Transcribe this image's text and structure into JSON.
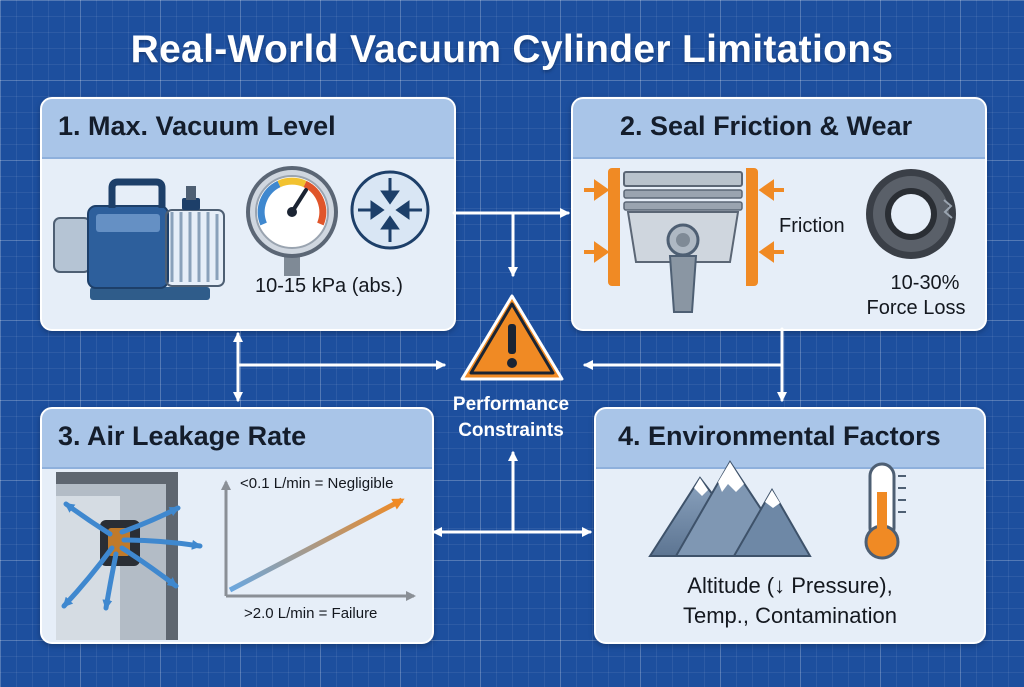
{
  "title": "Real-World Vacuum Cylinder Limitations",
  "center": {
    "line1": "Performance",
    "line2": "Constraints"
  },
  "panels": [
    {
      "title": "1. Max. Vacuum Level",
      "labels": {
        "range": "10-15 kPa (abs.)"
      }
    },
    {
      "title": "2. Seal Friction & Wear",
      "labels": {
        "friction": "Friction",
        "loss_value": "10-30%",
        "loss_text": "Force Loss"
      }
    },
    {
      "title": "3. Air Leakage Rate",
      "labels": {
        "negligible": "<0.1 L/min = Negligible",
        "failure": ">2.0 L/min = Failure"
      }
    },
    {
      "title": "4. Environmental Factors",
      "labels": {
        "line1": "Altitude (↓ Pressure),",
        "line2": "Temp., Contamination"
      }
    }
  ],
  "colors": {
    "background": "#1d4f9e",
    "panel": "#e6eef8",
    "header": "#a9c5e8",
    "warning": "#f08a24",
    "arrow": "#ffffff"
  },
  "icons": [
    "vacuum-pump-icon",
    "pressure-gauge-icon",
    "compression-arrows-icon",
    "piston-icon",
    "seal-ring-icon",
    "warning-icon",
    "leak-arrows-icon",
    "mountains-icon",
    "thermometer-icon"
  ]
}
